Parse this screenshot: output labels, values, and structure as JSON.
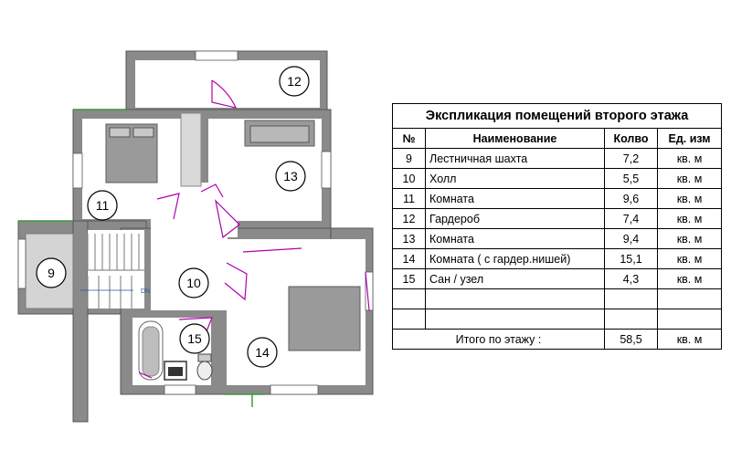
{
  "plan": {
    "rooms": [
      {
        "number": "9"
      },
      {
        "number": "10"
      },
      {
        "number": "11"
      },
      {
        "number": "12"
      },
      {
        "number": "13"
      },
      {
        "number": "14"
      },
      {
        "number": "15"
      }
    ],
    "stair_label": "DN"
  },
  "table": {
    "title": "Экспликация помещений второго этажа",
    "headers": {
      "number": "№",
      "name": "Наименование",
      "qty": "Колво",
      "unit": "Ед. изм"
    },
    "rows": [
      {
        "number": "9",
        "name": "Лестничная шахта",
        "qty": "7,2",
        "unit": "кв. м"
      },
      {
        "number": "10",
        "name": "Холл",
        "qty": "5,5",
        "unit": "кв. м"
      },
      {
        "number": "11",
        "name": "Комната",
        "qty": "9,6",
        "unit": "кв. м"
      },
      {
        "number": "12",
        "name": "Гардероб",
        "qty": "7,4",
        "unit": "кв. м"
      },
      {
        "number": "13",
        "name": "Комната",
        "qty": "9,4",
        "unit": "кв. м"
      },
      {
        "number": "14",
        "name": "Комната ( с гардер.нишей)",
        "qty": "15,1",
        "unit": "кв. м"
      },
      {
        "number": "15",
        "name": "Сан / узел",
        "qty": "4,3",
        "unit": "кв. м"
      }
    ],
    "total": {
      "label": "Итого по этажу :",
      "qty": "58,5",
      "unit": "кв. м"
    }
  }
}
